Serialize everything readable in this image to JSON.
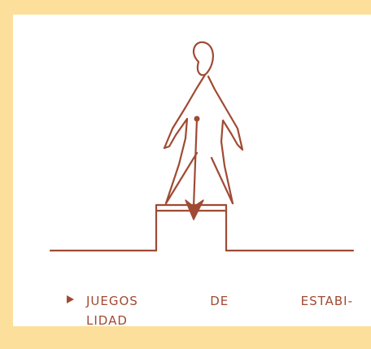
{
  "colors": {
    "page_background": "#fddf9c",
    "card_background": "#ffffff",
    "ink": "#a04a33"
  },
  "icons": {
    "bullet": "triangle-bullet-icon",
    "figure": "standing-person-icon",
    "gravity_arrow": "down-arrow-icon"
  },
  "caption": {
    "line1_word1": "JUEGOS",
    "line1_word2": "DE",
    "line1_word3": "ESTABI-",
    "line2": "LIDAD"
  }
}
